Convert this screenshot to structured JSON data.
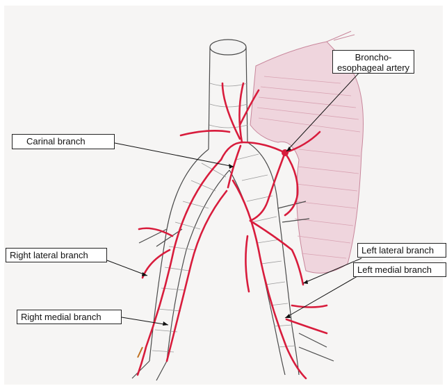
{
  "labels": {
    "broncho_esophageal_artery": "Broncho-esophageal artery",
    "carinal_branch": "Carinal branch",
    "left_lateral_branch": "Left lateral branch",
    "right_lateral_branch": "Right lateral branch",
    "left_medial_branch": "Left medial branch",
    "right_medial_branch": "Right medial branch"
  },
  "colors": {
    "paper": "#f6f5f4",
    "artery": "#d81c3c",
    "esophagus_hatch": "#c8869b",
    "pencil": "#4a4a4a"
  }
}
